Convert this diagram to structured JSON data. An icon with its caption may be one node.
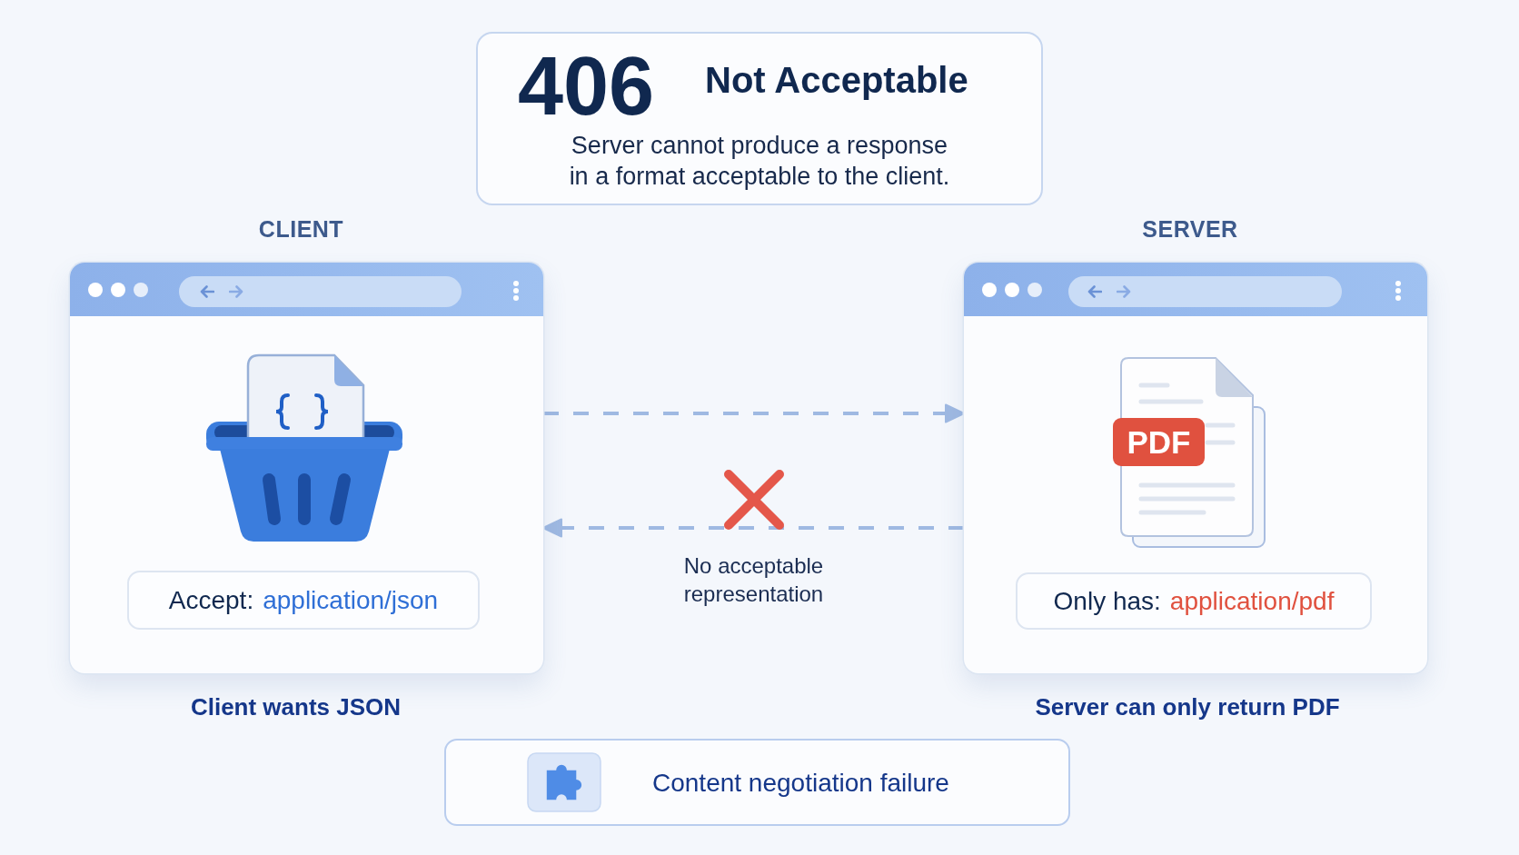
{
  "diagram": {
    "nodes": [
      {
        "text": [
          "406",
          "Not Acceptable",
          "Server cannot produce a response in a format acceptable to the client."
        ]
      },
      {
        "text": [
          "CLIENT"
        ],
        "beside": [
          "Client wants JSON"
        ]
      },
      {
        "text": [
          "Accept:",
          "application/json"
        ],
        "in": 1
      },
      {
        "text": [
          "SERVER"
        ],
        "beside": [
          "Server can only return PDF"
        ]
      },
      {
        "text": [
          "PDF"
        ],
        "in": 3
      },
      {
        "text": [
          "Only has:",
          "application/pdf"
        ],
        "in": 3
      },
      {
        "text": [
          "Content negotiation failure"
        ]
      }
    ],
    "edges": [
      {
        "from": 1,
        "to": 3,
        "arrow": "to",
        "style": "dashed"
      },
      {
        "from": 3,
        "to": 1,
        "arrow": "to",
        "style": "dashed",
        "label": "No acceptable representation"
      }
    ]
  }
}
